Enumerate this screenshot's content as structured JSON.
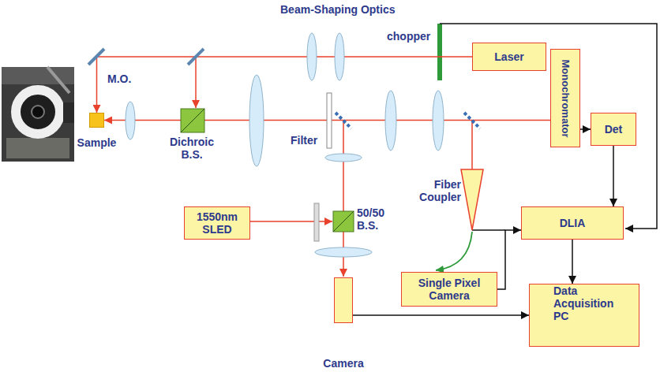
{
  "diagram": {
    "nodes": [
      {
        "text": [
          "Laser"
        ]
      },
      {
        "text": [
          "Monochromator"
        ]
      },
      {
        "text": [
          "Sample"
        ]
      },
      {
        "text": [
          "Det"
        ]
      },
      {
        "text": [
          "1550nm SLED"
        ]
      },
      {
        "text": [
          "DLIA"
        ]
      },
      {
        "text": [
          "Single Pixel Camera"
        ]
      },
      {
        "text": [
          "Data Acquisition PC"
        ]
      },
      {
        "text": [
          "Camera"
        ]
      }
    ],
    "edges": [
      {
        "from": 0,
        "to": 2,
        "arrow": "to"
      },
      {
        "from": 1,
        "to": 2,
        "arrow": "to"
      },
      {
        "from": 1,
        "to": 3,
        "arrow": "to"
      },
      {
        "from": 3,
        "to": 5,
        "arrow": "to"
      },
      {
        "from": 6,
        "to": 5,
        "arrow": "to"
      },
      {
        "from": 5,
        "to": 7,
        "arrow": "to"
      },
      {
        "from": 8,
        "to": 7,
        "arrow": "to"
      }
    ],
    "labels": [
      "Beam-Shaping Optics",
      "chopper",
      "M.O.",
      "Dichroic B.S.",
      "Filter",
      "50/50 B.S.",
      "Fiber Coupler"
    ]
  }
}
